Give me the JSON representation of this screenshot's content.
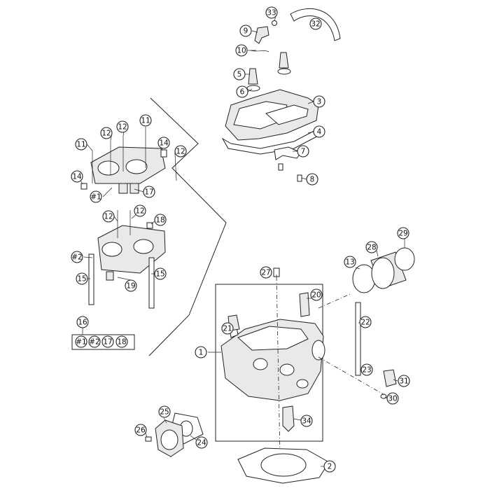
{
  "callouts": [
    {
      "id": "c1",
      "label": "1"
    },
    {
      "id": "c2",
      "label": "2"
    },
    {
      "id": "c3",
      "label": "3"
    },
    {
      "id": "c4",
      "label": "4"
    },
    {
      "id": "c5",
      "label": "5"
    },
    {
      "id": "c6",
      "label": "6"
    },
    {
      "id": "c7",
      "label": "7"
    },
    {
      "id": "c8",
      "label": "8"
    },
    {
      "id": "c9",
      "label": "9"
    },
    {
      "id": "c10",
      "label": "10"
    },
    {
      "id": "c11a",
      "label": "11"
    },
    {
      "id": "c11b",
      "label": "11"
    },
    {
      "id": "c12a",
      "label": "12"
    },
    {
      "id": "c12b",
      "label": "12"
    },
    {
      "id": "c12c",
      "label": "12"
    },
    {
      "id": "c12d",
      "label": "12"
    },
    {
      "id": "c12e",
      "label": "12"
    },
    {
      "id": "c13",
      "label": "13"
    },
    {
      "id": "c14a",
      "label": "14"
    },
    {
      "id": "c14b",
      "label": "14"
    },
    {
      "id": "c15a",
      "label": "15"
    },
    {
      "id": "c15b",
      "label": "15"
    },
    {
      "id": "c16",
      "label": "16"
    },
    {
      "id": "c17",
      "label": "17"
    },
    {
      "id": "c18",
      "label": "18"
    },
    {
      "id": "c19",
      "label": "19"
    },
    {
      "id": "c20",
      "label": "20"
    },
    {
      "id": "c21",
      "label": "21"
    },
    {
      "id": "c22",
      "label": "22"
    },
    {
      "id": "c23",
      "label": "23"
    },
    {
      "id": "c24",
      "label": "24"
    },
    {
      "id": "c25",
      "label": "25"
    },
    {
      "id": "c26",
      "label": "26"
    },
    {
      "id": "c27",
      "label": "27"
    },
    {
      "id": "c28",
      "label": "28"
    },
    {
      "id": "c29",
      "label": "29"
    },
    {
      "id": "c30",
      "label": "30"
    },
    {
      "id": "c31",
      "label": "31"
    },
    {
      "id": "c32",
      "label": "32"
    },
    {
      "id": "c33",
      "label": "33"
    },
    {
      "id": "c34",
      "label": "34"
    },
    {
      "id": "cH1",
      "label": "#1"
    },
    {
      "id": "cH2",
      "label": "#2"
    }
  ],
  "kit": {
    "label": "16",
    "items": [
      "#1",
      "#2",
      "17",
      "18"
    ]
  },
  "colors": {
    "line": "#222222",
    "fill_light": "#e9e9e9",
    "fill_mid": "#bfbfbf",
    "background": "#ffffff"
  }
}
